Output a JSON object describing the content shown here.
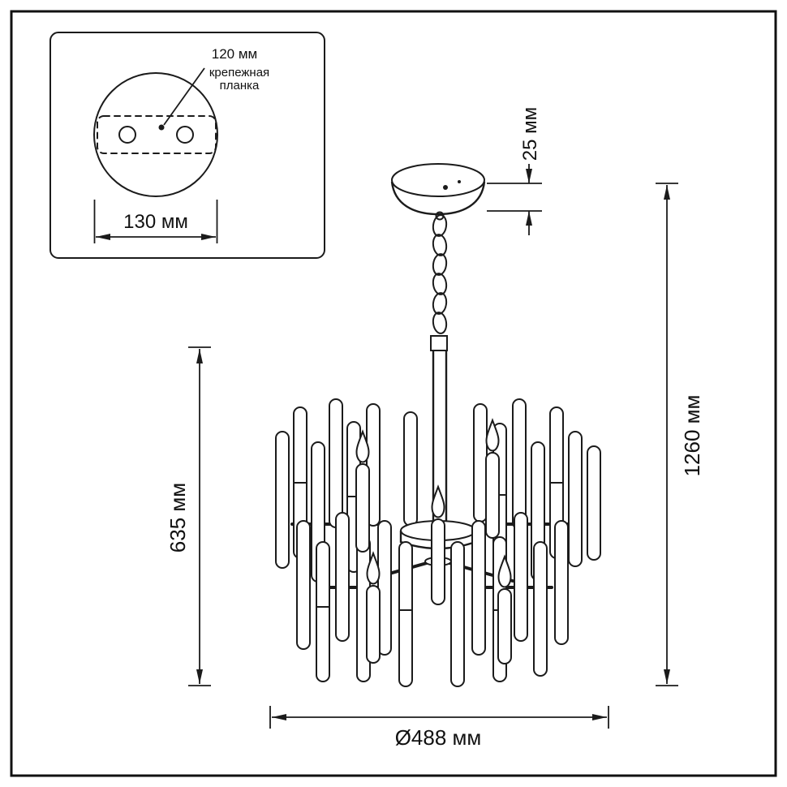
{
  "inset": {
    "hole_spacing_label": "120 мм",
    "bracket_label_line1": "крепежная",
    "bracket_label_line2": "планка",
    "plate_width_label": "130 мм"
  },
  "dimensions": {
    "canopy_height_label": "25 мм",
    "overall_height_label": "1260 мм",
    "body_height_label": "635 мм",
    "diameter_label": "Ø488 мм"
  },
  "colors": {
    "line": "#1b1b1b",
    "background": "#ffffff"
  }
}
